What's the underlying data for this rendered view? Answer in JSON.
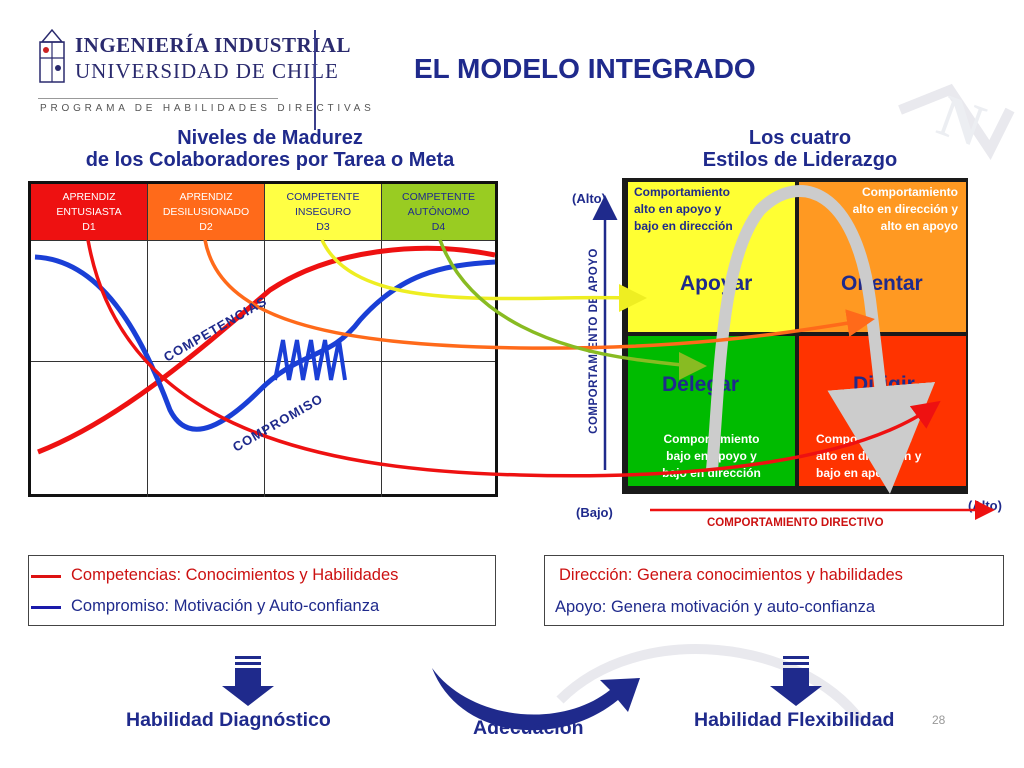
{
  "header": {
    "logo_line1": "INGENIERÍA INDUSTRIAL",
    "logo_line2": "UNIVERSIDAD DE CHILE",
    "logo_line3": "PROGRAMA DE HABILIDADES DIRECTIVAS",
    "title": "EL MODELO INTEGRADO"
  },
  "maturity": {
    "heading_line1": "Niveles de Madurez",
    "heading_line2": "de los Colaboradores por Tarea o Meta",
    "levels": [
      {
        "lines": [
          "APRENDIZ",
          "ENTUSIASTA",
          "D1"
        ],
        "color": "#ee1111",
        "text_color": "#ffffff"
      },
      {
        "lines": [
          "APRENDIZ",
          "DESILUSIONADO",
          "D2"
        ],
        "color": "#ff6a1a",
        "text_color": "#ffffff"
      },
      {
        "lines": [
          "COMPETENTE",
          "INSEGURO",
          "D3"
        ],
        "color": "#ffff44",
        "text_color": "#1f2a8c"
      },
      {
        "lines": [
          "COMPETENTE",
          "AUTÓNOMO",
          "D4"
        ],
        "color": "#99cc22",
        "text_color": "#1f2a8c"
      }
    ],
    "curve_label_competencias": "COMPETENCIAS",
    "curve_label_compromiso": "COMPROMISO"
  },
  "leadership": {
    "heading_line1": "Los cuatro",
    "heading_line2": "Estilos de Liderazgo",
    "quadrants": {
      "apoyar": {
        "name": "Apoyar",
        "desc": [
          "Comportamiento",
          "alto en apoyo y",
          "bajo en dirección"
        ]
      },
      "orientar": {
        "name": "Orientar",
        "desc": [
          "Comportamiento",
          "alto en dirección y",
          "alto en apoyo"
        ]
      },
      "delegar": {
        "name": "Delegar",
        "desc": [
          "Comportamiento",
          "bajo en apoyo y",
          "bajo en dirección"
        ]
      },
      "dirigir": {
        "name": "Dirigir",
        "desc": [
          "Comportamiento",
          "alto en dirección y",
          "bajo en apoyo"
        ]
      }
    },
    "axis_vertical": "COMPORTAMIENTO DE APOYO",
    "axis_horizontal": "COMPORTAMIENTO DIRECTIVO",
    "axis_high_v": "(Alto)",
    "axis_low": "(Bajo)",
    "axis_high_h": "(Alto)"
  },
  "legend": {
    "competencias": {
      "text": "Competencias: Conocimientos y Habilidades",
      "color": "#dd1111"
    },
    "compromiso": {
      "text": "Compromiso: Motivación y Auto-confianza",
      "color": "#1a1aaa"
    }
  },
  "definitions": {
    "direccion": "Dirección: Genera conocimientos y habilidades",
    "apoyo": "Apoyo: Genera motivación y auto-confianza"
  },
  "skills": {
    "diagnostico": "Habilidad Diagnóstico",
    "adecuacion": "Adecuación",
    "flexibilidad": "Habilidad Flexibilidad"
  },
  "page_number": "28",
  "colors": {
    "navy": "#1f2a8c",
    "competencias": "#ee1111",
    "compromiso": "#1a3fd6"
  }
}
